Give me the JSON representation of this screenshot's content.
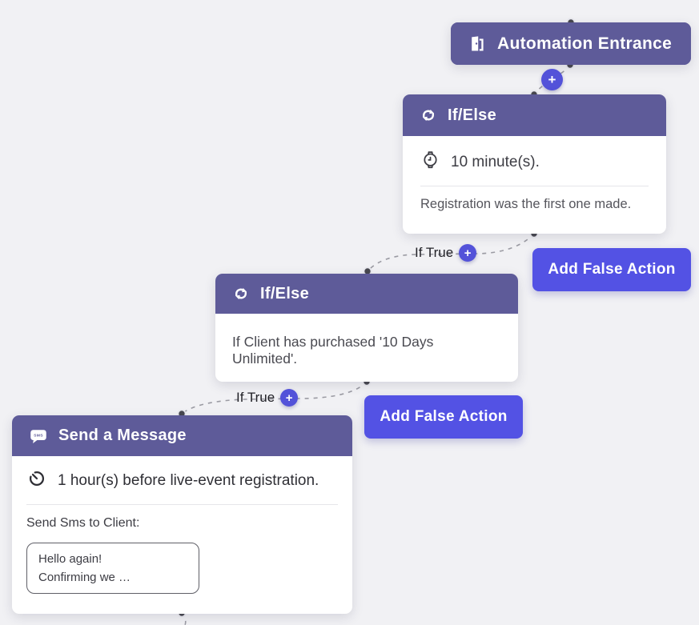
{
  "colors": {
    "canvas_bg": "#f1f1f4",
    "node_header": "#5e5b99",
    "node_body": "#ffffff",
    "header_text": "#ffffff",
    "accent_indigo": "#5352e4",
    "plus_indigo": "#5352d9",
    "body_text_dark": "#3c3c43",
    "body_text_muted": "#55555c",
    "connector": "#9b9ba3",
    "dot": "#47474f",
    "divider": "#e6e6ea",
    "if_true_text": "#222228",
    "msgbox_border": "#5f5f67"
  },
  "nodes": {
    "entrance": {
      "title": "Automation Entrance",
      "icon": "door-open-icon"
    },
    "ifelse_top": {
      "title": "If/Else",
      "icon": "swap-arrows-icon",
      "timing_icon": "watch-icon",
      "timing": "10 minute(s).",
      "condition": "Registration was the first one made."
    },
    "ifelse_mid": {
      "title": "If/Else",
      "icon": "swap-arrows-icon",
      "condition": "If Client has purchased '10 Days Unlimited'."
    },
    "send_message": {
      "title": "Send a Message",
      "icon": "sms-bubble-icon",
      "timing_icon": "timer-icon",
      "timing": "1 hour(s) before live-event registration.",
      "field_label": "Send Sms to Client:",
      "message_lines": [
        "Hello again!",
        "Confirming we …"
      ]
    }
  },
  "branch_labels": {
    "if_true": "If True",
    "add_false_action": "Add False Action",
    "plus": "+"
  }
}
